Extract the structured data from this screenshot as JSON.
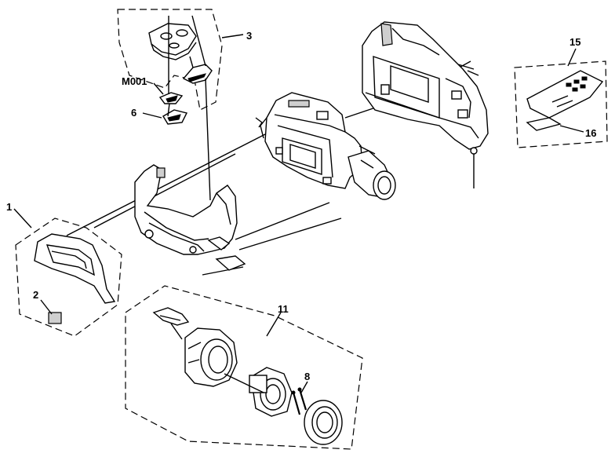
{
  "diagram": {
    "callouts": {
      "c1": "1",
      "c2": "2",
      "c3": "3",
      "c6": "6",
      "c8": "8",
      "c11": "11",
      "c15": "15",
      "c16": "16",
      "m001": "M001"
    }
  }
}
